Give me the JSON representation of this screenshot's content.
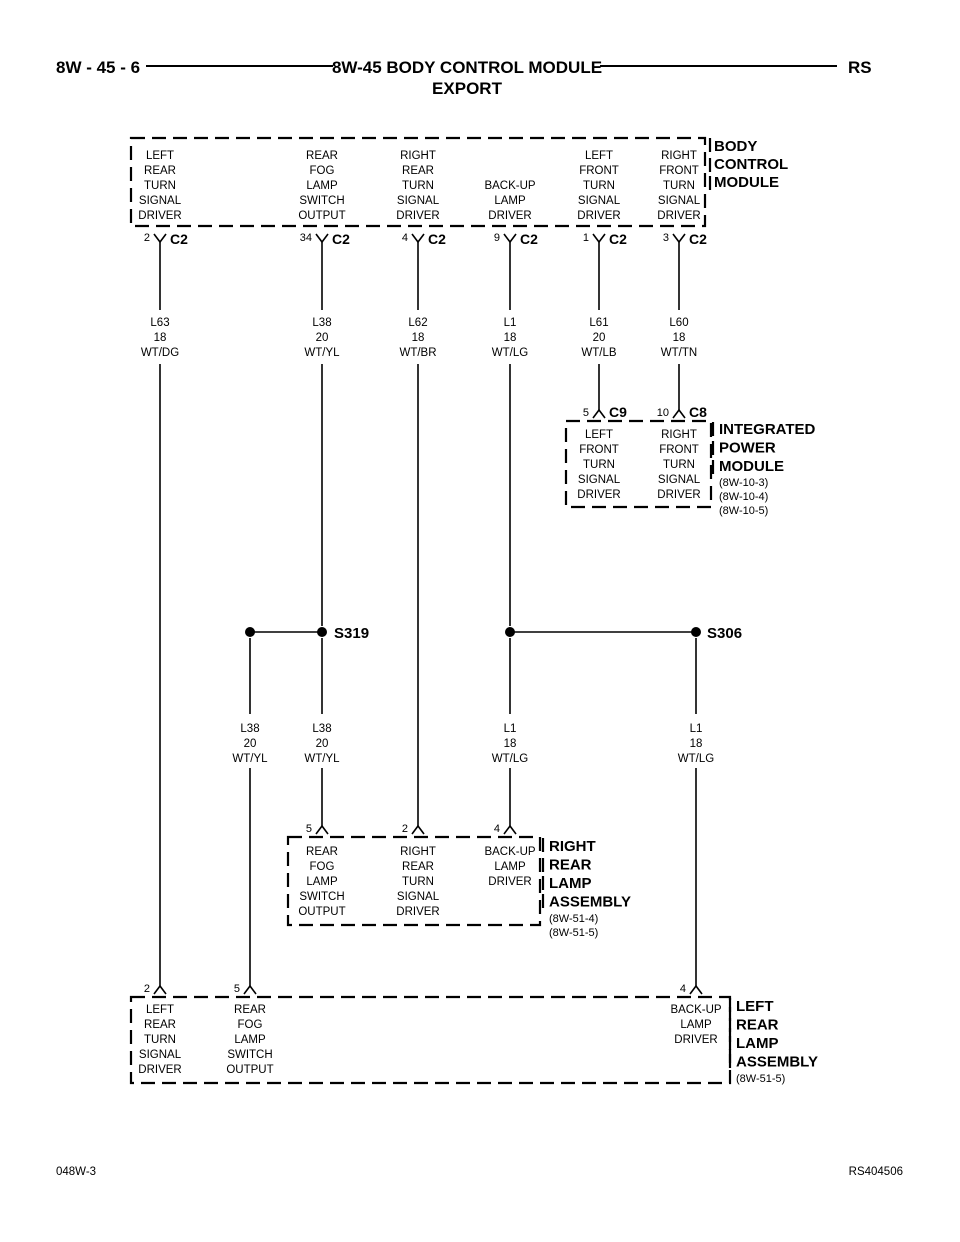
{
  "header": {
    "page": "8W - 45 - 6",
    "title_line1": "8W-45 BODY CONTROL MODULE",
    "title_line2": "EXPORT",
    "code": "RS"
  },
  "footer": {
    "left": "048W-3",
    "right": "RS404506"
  },
  "bcm": {
    "name": [
      "BODY",
      "CONTROL",
      "MODULE"
    ],
    "pins": [
      {
        "label": [
          "LEFT",
          "REAR",
          "TURN",
          "SIGNAL",
          "DRIVER"
        ],
        "pin": "2",
        "conn": "C2"
      },
      {
        "label": [
          "REAR",
          "FOG",
          "LAMP",
          "SWITCH",
          "OUTPUT"
        ],
        "pin": "34",
        "conn": "C2"
      },
      {
        "label": [
          "RIGHT",
          "REAR",
          "TURN",
          "SIGNAL",
          "DRIVER"
        ],
        "pin": "4",
        "conn": "C2"
      },
      {
        "label": [
          "BACK-UP",
          "LAMP",
          "DRIVER"
        ],
        "pin": "9",
        "conn": "C2"
      },
      {
        "label": [
          "LEFT",
          "FRONT",
          "TURN",
          "SIGNAL",
          "DRIVER"
        ],
        "pin": "1",
        "conn": "C2"
      },
      {
        "label": [
          "RIGHT",
          "FRONT",
          "TURN",
          "SIGNAL",
          "DRIVER"
        ],
        "pin": "3",
        "conn": "C2"
      }
    ]
  },
  "wires_upper": [
    [
      "L63",
      "18",
      "WT/DG"
    ],
    [
      "L38",
      "20",
      "WT/YL"
    ],
    [
      "L62",
      "18",
      "WT/BR"
    ],
    [
      "L1",
      "18",
      "WT/LG"
    ],
    [
      "L61",
      "20",
      "WT/LB"
    ],
    [
      "L60",
      "18",
      "WT/TN"
    ]
  ],
  "ipm": {
    "name": [
      "INTEGRATED",
      "POWER",
      "MODULE"
    ],
    "refs": [
      "(8W-10-3)",
      "(8W-10-4)",
      "(8W-10-5)"
    ],
    "pins": [
      {
        "label": [
          "LEFT",
          "FRONT",
          "TURN",
          "SIGNAL",
          "DRIVER"
        ],
        "pin": "5",
        "conn": "C9"
      },
      {
        "label": [
          "RIGHT",
          "FRONT",
          "TURN",
          "SIGNAL",
          "DRIVER"
        ],
        "pin": "10",
        "conn": "C8"
      }
    ]
  },
  "splices": [
    "S319",
    "S306"
  ],
  "wires_lower": [
    [
      "L38",
      "20",
      "WT/YL"
    ],
    [
      "L38",
      "20",
      "WT/YL"
    ],
    [
      "L1",
      "18",
      "WT/LG"
    ],
    [
      "L1",
      "18",
      "WT/LG"
    ]
  ],
  "rrla": {
    "name": [
      "RIGHT",
      "REAR",
      "LAMP",
      "ASSEMBLY"
    ],
    "refs": [
      "(8W-51-4)",
      "(8W-51-5)"
    ],
    "pins": [
      {
        "label": [
          "REAR",
          "FOG",
          "LAMP",
          "SWITCH",
          "OUTPUT"
        ],
        "pin": "5"
      },
      {
        "label": [
          "RIGHT",
          "REAR",
          "TURN",
          "SIGNAL",
          "DRIVER"
        ],
        "pin": "2"
      },
      {
        "label": [
          "BACK-UP",
          "LAMP",
          "DRIVER"
        ],
        "pin": "4"
      }
    ]
  },
  "lrla": {
    "name": [
      "LEFT",
      "REAR",
      "LAMP",
      "ASSEMBLY"
    ],
    "refs": [
      "(8W-51-5)"
    ],
    "pins": [
      {
        "label": [
          "LEFT",
          "REAR",
          "TURN",
          "SIGNAL",
          "DRIVER"
        ],
        "pin": "2"
      },
      {
        "label": [
          "REAR",
          "FOG",
          "LAMP",
          "SWITCH",
          "OUTPUT"
        ],
        "pin": "5"
      },
      {
        "label": [
          "BACK-UP",
          "LAMP",
          "DRIVER"
        ],
        "pin": "4"
      }
    ]
  }
}
